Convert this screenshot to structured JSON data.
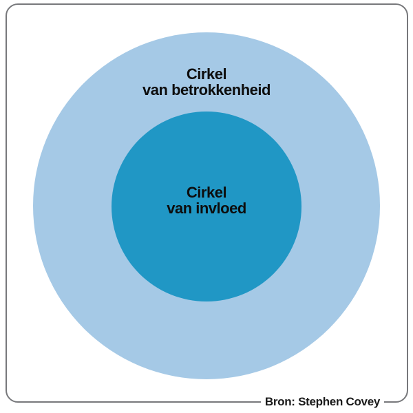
{
  "diagram": {
    "outer_circle": {
      "label_line1": "Cirkel",
      "label_line2": "van betrokkenheid",
      "fill_color": "#a5c9e6"
    },
    "inner_circle": {
      "label_line1": "Cirkel",
      "label_line2": "van invloed",
      "fill_color": "#2097c5"
    },
    "source_label": "Bron: Stephen Covey",
    "frame_border_color": "#77787b",
    "label_text_color": "#0d0d0d",
    "background_color": "#ffffff"
  }
}
